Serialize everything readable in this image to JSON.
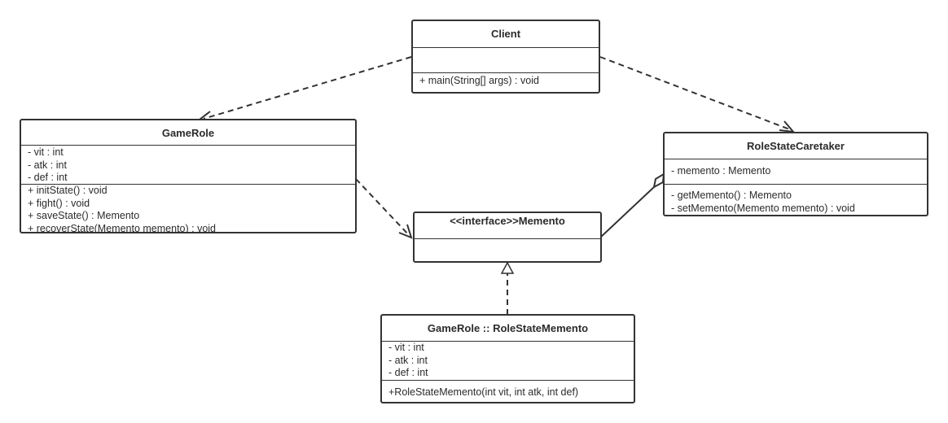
{
  "classes": {
    "client": {
      "name": "Client",
      "attributes": [],
      "methods": [
        "+ main(String[] args) : void"
      ]
    },
    "game_role": {
      "name": "GameRole",
      "attributes": [
        "- vit : int",
        "- atk : int",
        "- def : int"
      ],
      "methods": [
        "+ initState() : void",
        "+ fight() : void",
        "+ saveState() : Memento",
        "+ recoverState(Memento    memento) : void"
      ]
    },
    "memento": {
      "name": "<<interface>>Memento",
      "attributes": []
    },
    "caretaker": {
      "name": "RoleStateCaretaker",
      "attributes": [
        "- memento : Memento"
      ],
      "methods": [
        "- getMemento() : Memento",
        "- setMemento(Memento memento) : void"
      ]
    },
    "role_state_memento": {
      "name": "GameRole :: RoleStateMemento",
      "attributes": [
        "- vit : int",
        "- atk : int",
        "- def : int"
      ],
      "methods": [
        "+RoleStateMemento(int vit, int atk, int def)"
      ]
    }
  },
  "relations": [
    {
      "from": "client",
      "to": "game_role",
      "type": "dependency"
    },
    {
      "from": "client",
      "to": "caretaker",
      "type": "dependency"
    },
    {
      "from": "game_role",
      "to": "memento",
      "type": "dependency"
    },
    {
      "from": "caretaker",
      "to": "memento",
      "type": "aggregation"
    },
    {
      "from": "role_state_memento",
      "to": "memento",
      "type": "realization"
    }
  ],
  "colors": {
    "line": "#333333",
    "text": "#2b2b2b",
    "background": "#ffffff"
  }
}
